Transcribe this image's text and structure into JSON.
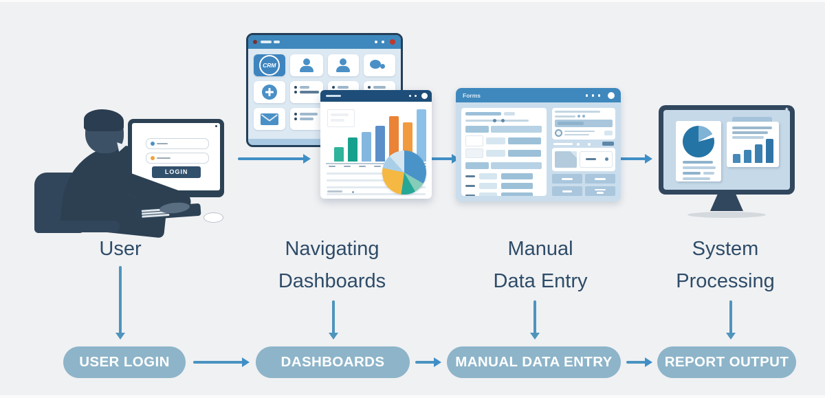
{
  "canvas": {
    "background": "#f0f1f3"
  },
  "stages": [
    {
      "id": "user",
      "label_lines": [
        "User"
      ],
      "pill_label": "USER LOGIN"
    },
    {
      "id": "dashboards",
      "label_lines": [
        "Navigating",
        "Dashboards"
      ],
      "pill_label": "DASHBOARDS"
    },
    {
      "id": "manual-data-entry",
      "label_lines": [
        "Manual",
        "Data Entry"
      ],
      "pill_label": "MANUAL DATA ENTRY"
    },
    {
      "id": "system-processing",
      "label_lines": [
        "System",
        "Processing"
      ],
      "pill_label": "REPORT OUTPUT"
    }
  ],
  "illustrations": {
    "login_screen": {
      "button_label": "LOGIN"
    },
    "crm_window": {
      "logo_text": "CRM"
    },
    "forms_window": {
      "title": "Forms"
    }
  },
  "chart_data": [
    {
      "id": "dash-bars",
      "type": "bar",
      "values": [
        27,
        45,
        55,
        67,
        85,
        73,
        97
      ],
      "colors": [
        "#2fb39b",
        "#16a18f",
        "#83b7e0",
        "#5b8fc9",
        "#ea8336",
        "#f29b3e",
        "#8cc0e8"
      ]
    },
    {
      "id": "dash-pie",
      "type": "pie",
      "slices": [
        {
          "color": "#4a93c9",
          "deg": 120
        },
        {
          "color": "#86cdb9",
          "deg": 30
        },
        {
          "color": "#27a796",
          "deg": 38
        },
        {
          "color": "#f5b842",
          "deg": 94
        },
        {
          "color": "#a9cfe8",
          "deg": 36
        },
        {
          "color": "#d5e6f0",
          "deg": 42
        }
      ]
    },
    {
      "id": "report-bars",
      "type": "bar",
      "values": [
        30,
        46,
        64,
        84
      ],
      "colors": [
        "#4489ba",
        "#3d84b5",
        "#3a7fb0",
        "#2f74a6"
      ]
    },
    {
      "id": "report-pie",
      "type": "pie",
      "slices": [
        {
          "color": "#7fb3d6",
          "deg": 62
        },
        {
          "color": "#ffffff",
          "deg": 13
        },
        {
          "color": "#2574a6",
          "deg": 285
        }
      ]
    }
  ],
  "colors": {
    "flow_arrow": "#3f8fc6",
    "pill_background": "#8db4c9",
    "label_text": "#2e4c68",
    "titlebar_blue": "#3e88bd",
    "titlebar_navy": "#1d4d78",
    "monitor_frame": "#31475d"
  }
}
